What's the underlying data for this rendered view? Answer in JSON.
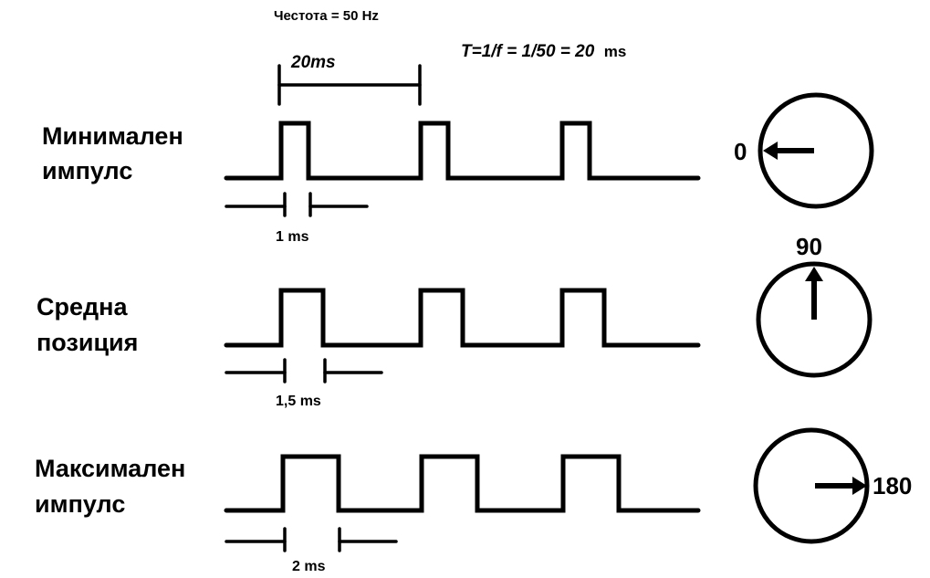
{
  "header": {
    "frequency_label": "Честота = 50 Hz",
    "period_label": "20ms",
    "formula_label": "T=1/f = 1/50 = 20",
    "formula_unit": "ms"
  },
  "rows": [
    {
      "title_line1": "Минимален",
      "title_line2": "импулс",
      "pulse_label": "1 ms",
      "pulse_ms": 1,
      "dial_label": "0",
      "angle_deg": 0
    },
    {
      "title_line1": "Средна",
      "title_line2": "позиция",
      "pulse_label": "1,5 ms",
      "pulse_ms": 1.5,
      "dial_label": "90",
      "angle_deg": 90
    },
    {
      "title_line1": "Максимален",
      "title_line2": "импулс",
      "pulse_label": "2 ms",
      "pulse_ms": 2,
      "dial_label": "180",
      "angle_deg": 180
    }
  ],
  "period_ms": 20,
  "frequency_hz": 50
}
